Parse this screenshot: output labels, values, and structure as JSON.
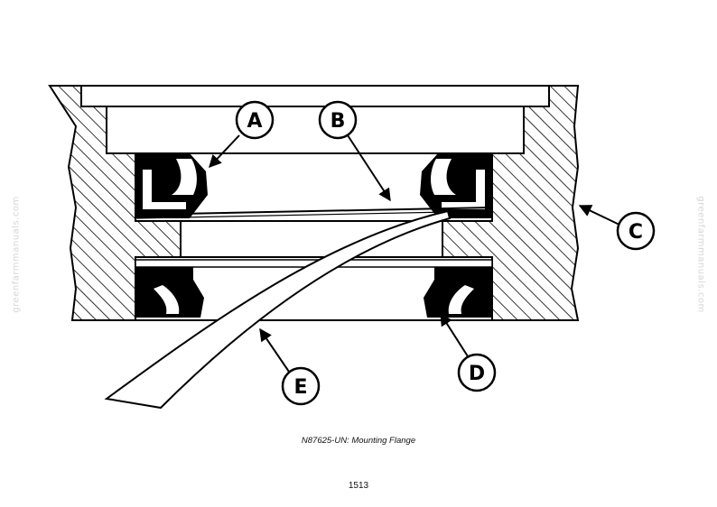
{
  "diagram": {
    "callouts": [
      {
        "id": "A",
        "label": "A"
      },
      {
        "id": "B",
        "label": "B"
      },
      {
        "id": "C",
        "label": "C"
      },
      {
        "id": "D",
        "label": "D"
      },
      {
        "id": "E",
        "label": "E"
      }
    ]
  },
  "caption": "N87625-UN: Mounting Flange",
  "page_number": "1513",
  "watermark": "greenfarmmanuals.com"
}
